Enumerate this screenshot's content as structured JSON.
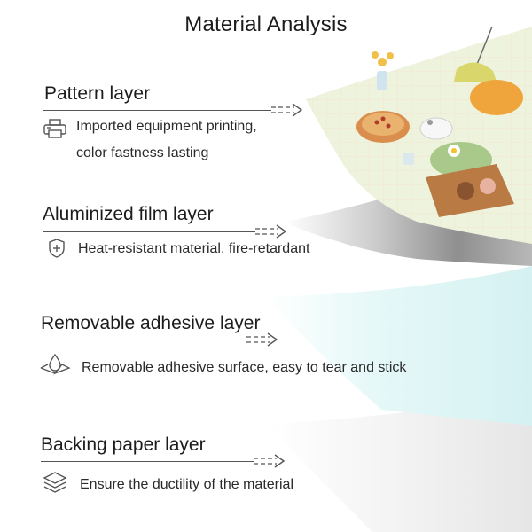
{
  "title": "Material Analysis",
  "layers": [
    {
      "title": "Pattern layer",
      "icon": "printer-icon",
      "desc_lines": [
        "Imported equipment printing,",
        "color fastness lasting"
      ]
    },
    {
      "title": "Aluminized film layer",
      "icon": "shield-plus-icon",
      "desc_lines": [
        "Heat-resistant material, fire-retardant"
      ]
    },
    {
      "title": "Removable adhesive layer",
      "icon": "water-drop-icon",
      "desc_lines": [
        "Removable adhesive surface, easy to tear and stick"
      ]
    },
    {
      "title": "Backing paper layer",
      "icon": "layers-stack-icon",
      "desc_lines": [
        "Ensure the ductility of the material"
      ]
    }
  ],
  "colors": {
    "pattern_layer": "#e9f0d8",
    "aluminized_layer": "#9a9a9a",
    "adhesive_layer": "#e3f7f7",
    "backing_layer": "#f4f4f4",
    "text": "#1c1c1c"
  }
}
